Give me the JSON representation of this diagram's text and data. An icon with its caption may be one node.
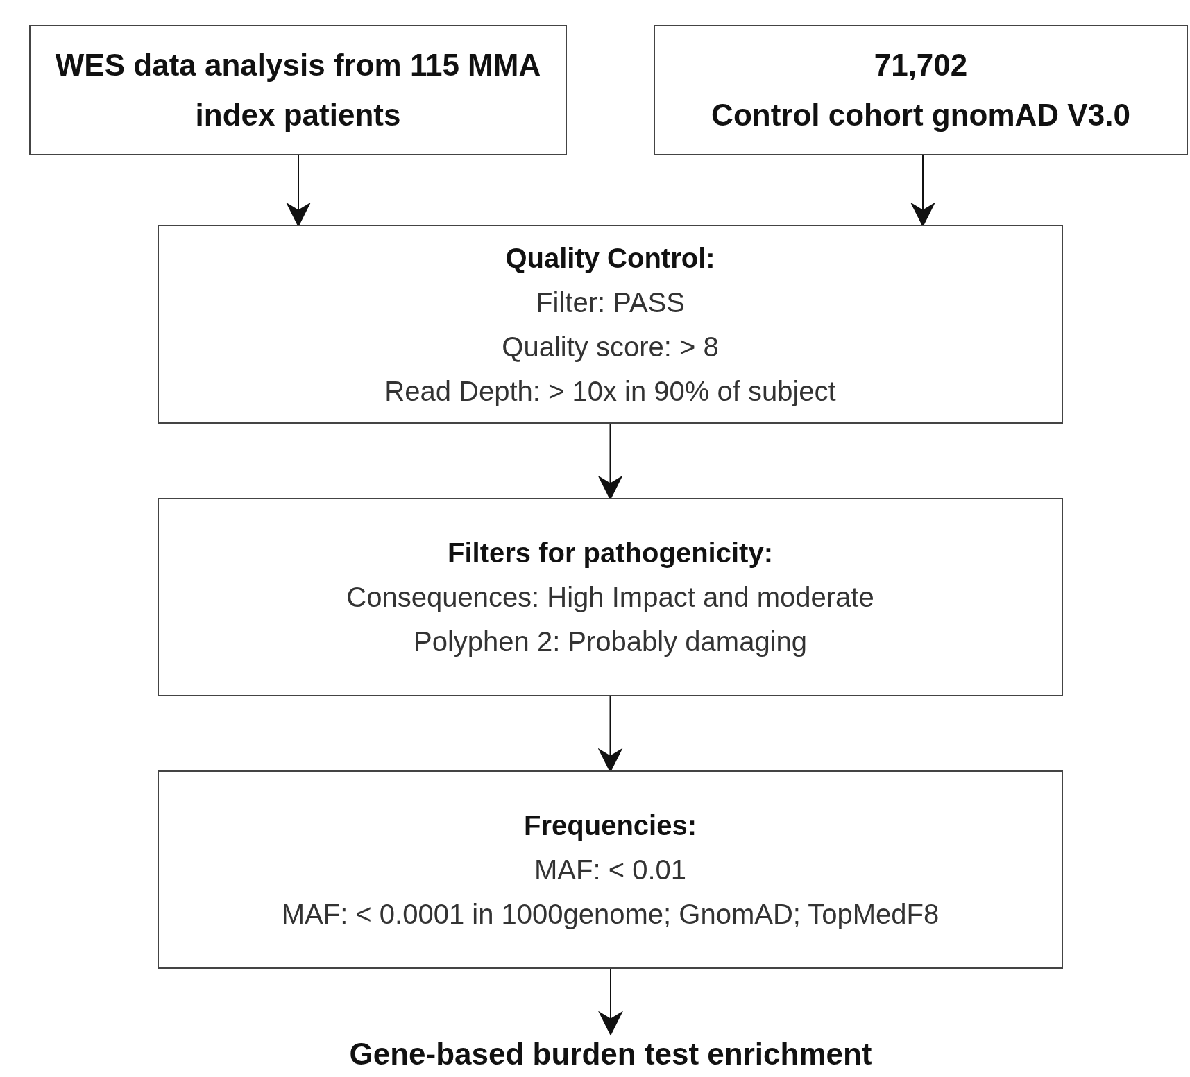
{
  "diagram": {
    "nodes": [
      {
        "text": [
          "WES data analysis from 115 MMA index patients"
        ]
      },
      {
        "text": [
          "71,702",
          "Control cohort gnomAD V3.0"
        ]
      },
      {
        "text": [
          "Quality Control:",
          "Filter: PASS",
          "Quality score: > 8",
          "Read Depth: > 10x in 90% of subject"
        ]
      },
      {
        "text": [
          "Filters for pathogenicity:",
          "Consequences: High Impact and moderate",
          "Polyphen 2: Probably damaging"
        ]
      },
      {
        "text": [
          "Frequencies:",
          "MAF: < 0.01",
          "MAF: < 0.0001 in 1000genome; GnomAD; TopMedF8"
        ]
      },
      {
        "text": [
          "Gene-based burden test enrichment"
        ]
      }
    ],
    "edges": [
      {
        "from": 0,
        "to": 2,
        "arrow": "to"
      },
      {
        "from": 1,
        "to": 2,
        "arrow": "to"
      },
      {
        "from": 2,
        "to": 3,
        "arrow": "to"
      },
      {
        "from": 3,
        "to": 4,
        "arrow": "to"
      },
      {
        "from": 4,
        "to": 5,
        "arrow": "to"
      }
    ]
  }
}
